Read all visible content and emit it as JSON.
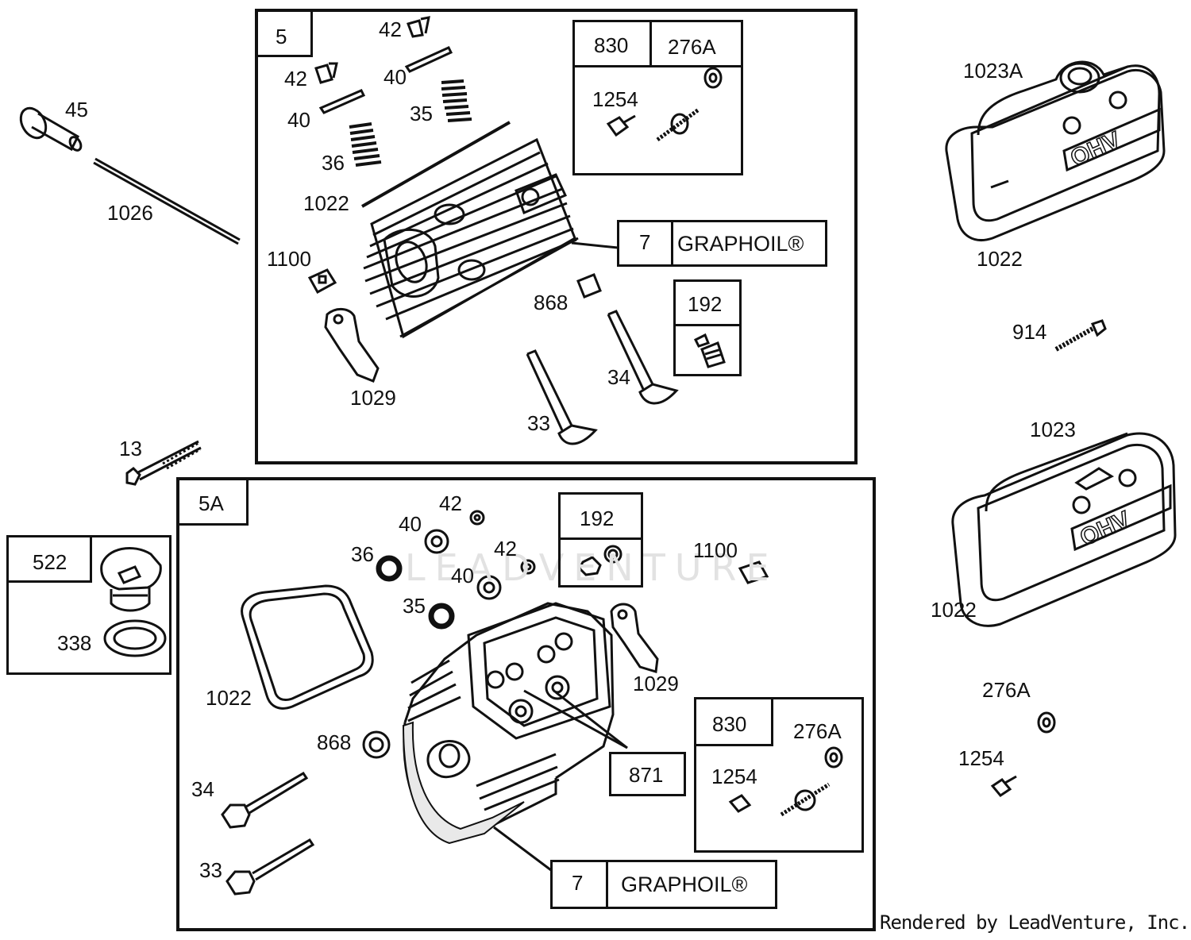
{
  "watermark": "LEADVENTURE",
  "credit": "Rendered by LeadVenture, Inc.",
  "kits": {
    "k5": "5",
    "k5a": "5A",
    "k830_top": "830",
    "k830_bottom": "830",
    "k7_top": "7",
    "k7_bottom": "7",
    "graphoil_top": "GRAPHOIL®",
    "graphoil_bottom": "GRAPHOIL®",
    "k192_top": "192",
    "k192_bottom": "192",
    "k522": "522",
    "k871": "871"
  },
  "labels": {
    "p45": "45",
    "p1026": "1026",
    "p13": "13",
    "p338": "338",
    "t42a": "42",
    "t42b": "42",
    "t40a": "40",
    "t40b": "40",
    "t35": "35",
    "t36": "36",
    "t1022": "1022",
    "t1100": "1100",
    "t1029": "1029",
    "t868": "868",
    "t34": "34",
    "t33": "33",
    "t276a": "276A",
    "t1254": "1254",
    "b42a": "42",
    "b42b": "42",
    "b40a": "40",
    "b40b": "40",
    "b36": "36",
    "b35": "35",
    "b1100": "1100",
    "b1029": "1029",
    "b1022": "1022",
    "b868": "868",
    "b34": "34",
    "b33": "33",
    "b276a": "276A",
    "b1254": "1254",
    "r1023a": "1023A",
    "r1022a": "1022",
    "r914": "914",
    "r1023": "1023",
    "r1022b": "1022",
    "r276a": "276A",
    "r1254": "1254"
  },
  "cover_text": "OHV"
}
